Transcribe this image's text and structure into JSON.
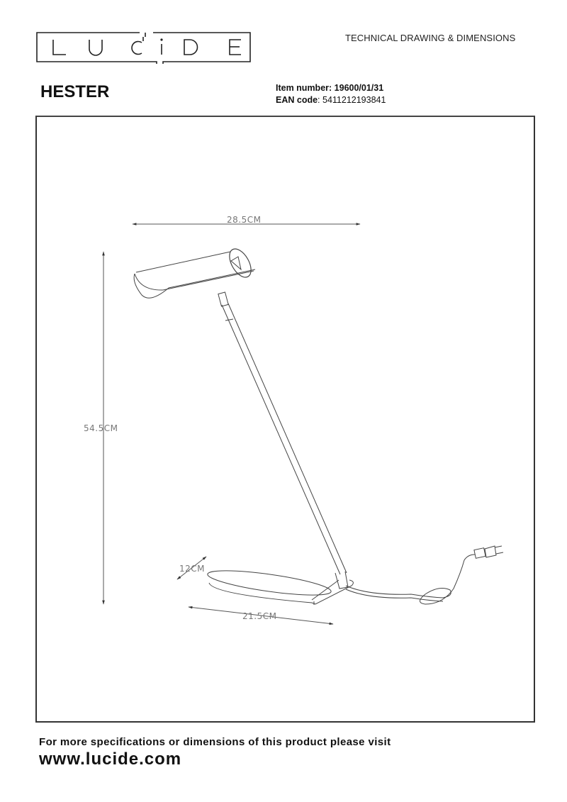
{
  "header": {
    "brand_logo_text": "LUCIDE",
    "document_type": "TECHNICAL DRAWING & DIMENSIONS"
  },
  "product": {
    "name": "HESTER",
    "item_number_label": "Item number:",
    "item_number": "19600/01/31",
    "ean_label": "EAN code",
    "ean_code": ": 5411212193841"
  },
  "drawing": {
    "dimensions": {
      "width_head": "28.5CM",
      "height_total": "54.5CM",
      "base_depth": "12CM",
      "base_width": "21.5CM"
    },
    "colors": {
      "frame": "#333333",
      "line": "#444444",
      "dim_text": "#777777"
    }
  },
  "footer": {
    "text": "For more specifications or dimensions of this product please visit",
    "url": "www.lucide.com"
  }
}
